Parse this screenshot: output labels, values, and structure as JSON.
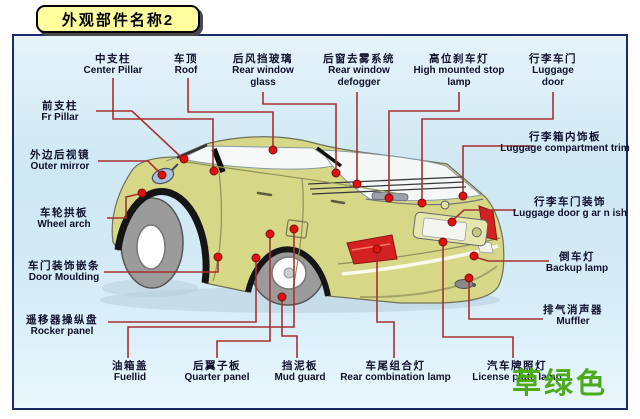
{
  "title": "外观部件名称2",
  "watermark": {
    "text": "草绿色",
    "color": "#4cab1c"
  },
  "labels": [
    {
      "id": "center-pillar",
      "zh": "中支柱",
      "en": "Center Pillar"
    },
    {
      "id": "roof",
      "zh": "车顶",
      "en": "Roof"
    },
    {
      "id": "rear-window-glass",
      "zh": "后风挡玻璃",
      "en": "Rear window glass"
    },
    {
      "id": "rear-window-defogger",
      "zh": "后窗去雾系统",
      "en": "Rear window defogger"
    },
    {
      "id": "high-mounted-stop-lamp",
      "zh": "高位刹车灯",
      "en": "High mounted stop lamp"
    },
    {
      "id": "luggage-door",
      "zh": "行李车门",
      "en": "Luggage door"
    },
    {
      "id": "fr-pillar",
      "zh": "前支柱",
      "en": "Fr Pillar"
    },
    {
      "id": "outer-mirror",
      "zh": "外边后视镜",
      "en": "Outer mirror"
    },
    {
      "id": "wheel-arch",
      "zh": "车轮拱板",
      "en": "Wheel arch"
    },
    {
      "id": "door-moulding",
      "zh": "车门装饰嵌条",
      "en": "Door Moulding"
    },
    {
      "id": "rocker-panel",
      "zh": "遥移器操纵盘",
      "en": "Rocker panel"
    },
    {
      "id": "luggage-compartment-trim",
      "zh": "行李箱内饰板",
      "en": "Luggage compartment trim"
    },
    {
      "id": "luggage-door-garnish",
      "zh": "行李车门装饰",
      "en": "Luggage door g ar n ish"
    },
    {
      "id": "backup-lamp",
      "zh": "倒车灯",
      "en": "Backup lamp"
    },
    {
      "id": "muffler",
      "zh": "排气消声器",
      "en": "Muffler"
    },
    {
      "id": "fuel-lid",
      "zh": "油箱盖",
      "en": "Fuellid"
    },
    {
      "id": "quarter-panel",
      "zh": "后翼子板",
      "en": "Quarter panel"
    },
    {
      "id": "mud-guard",
      "zh": "挡泥板",
      "en": "Mud guard"
    },
    {
      "id": "rear-combination-lamp",
      "zh": "车尾组合灯",
      "en": "Rear combination lamp"
    },
    {
      "id": "license-plate-lamp",
      "zh": "汽车牌照灯",
      "en": "License plate lamp"
    }
  ],
  "colors": {
    "car_body": "#d6d887",
    "callout_line": "#a83030",
    "callout_dot": "#e01010",
    "slide_border": "#1b2a6b",
    "title_bg": "#ffffa0"
  }
}
